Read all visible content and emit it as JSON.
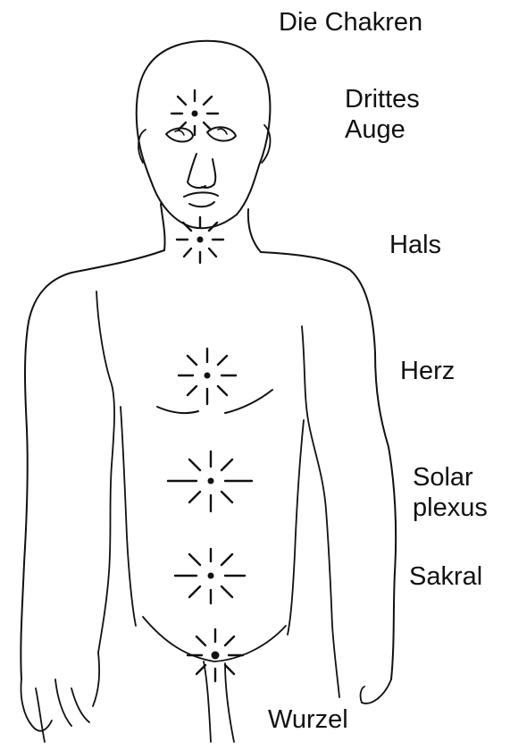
{
  "title": "Die Chakren",
  "chakras": {
    "third_eye": {
      "line1": "Drittes",
      "line2": "Auge"
    },
    "throat": "Hals",
    "heart": "Herz",
    "solar_plexus": {
      "line1": "Solar",
      "line2": "plexus"
    },
    "sacral": "Sakral",
    "root": "Wurzel"
  },
  "colors": {
    "ink": "#111111",
    "background": "#ffffff"
  }
}
